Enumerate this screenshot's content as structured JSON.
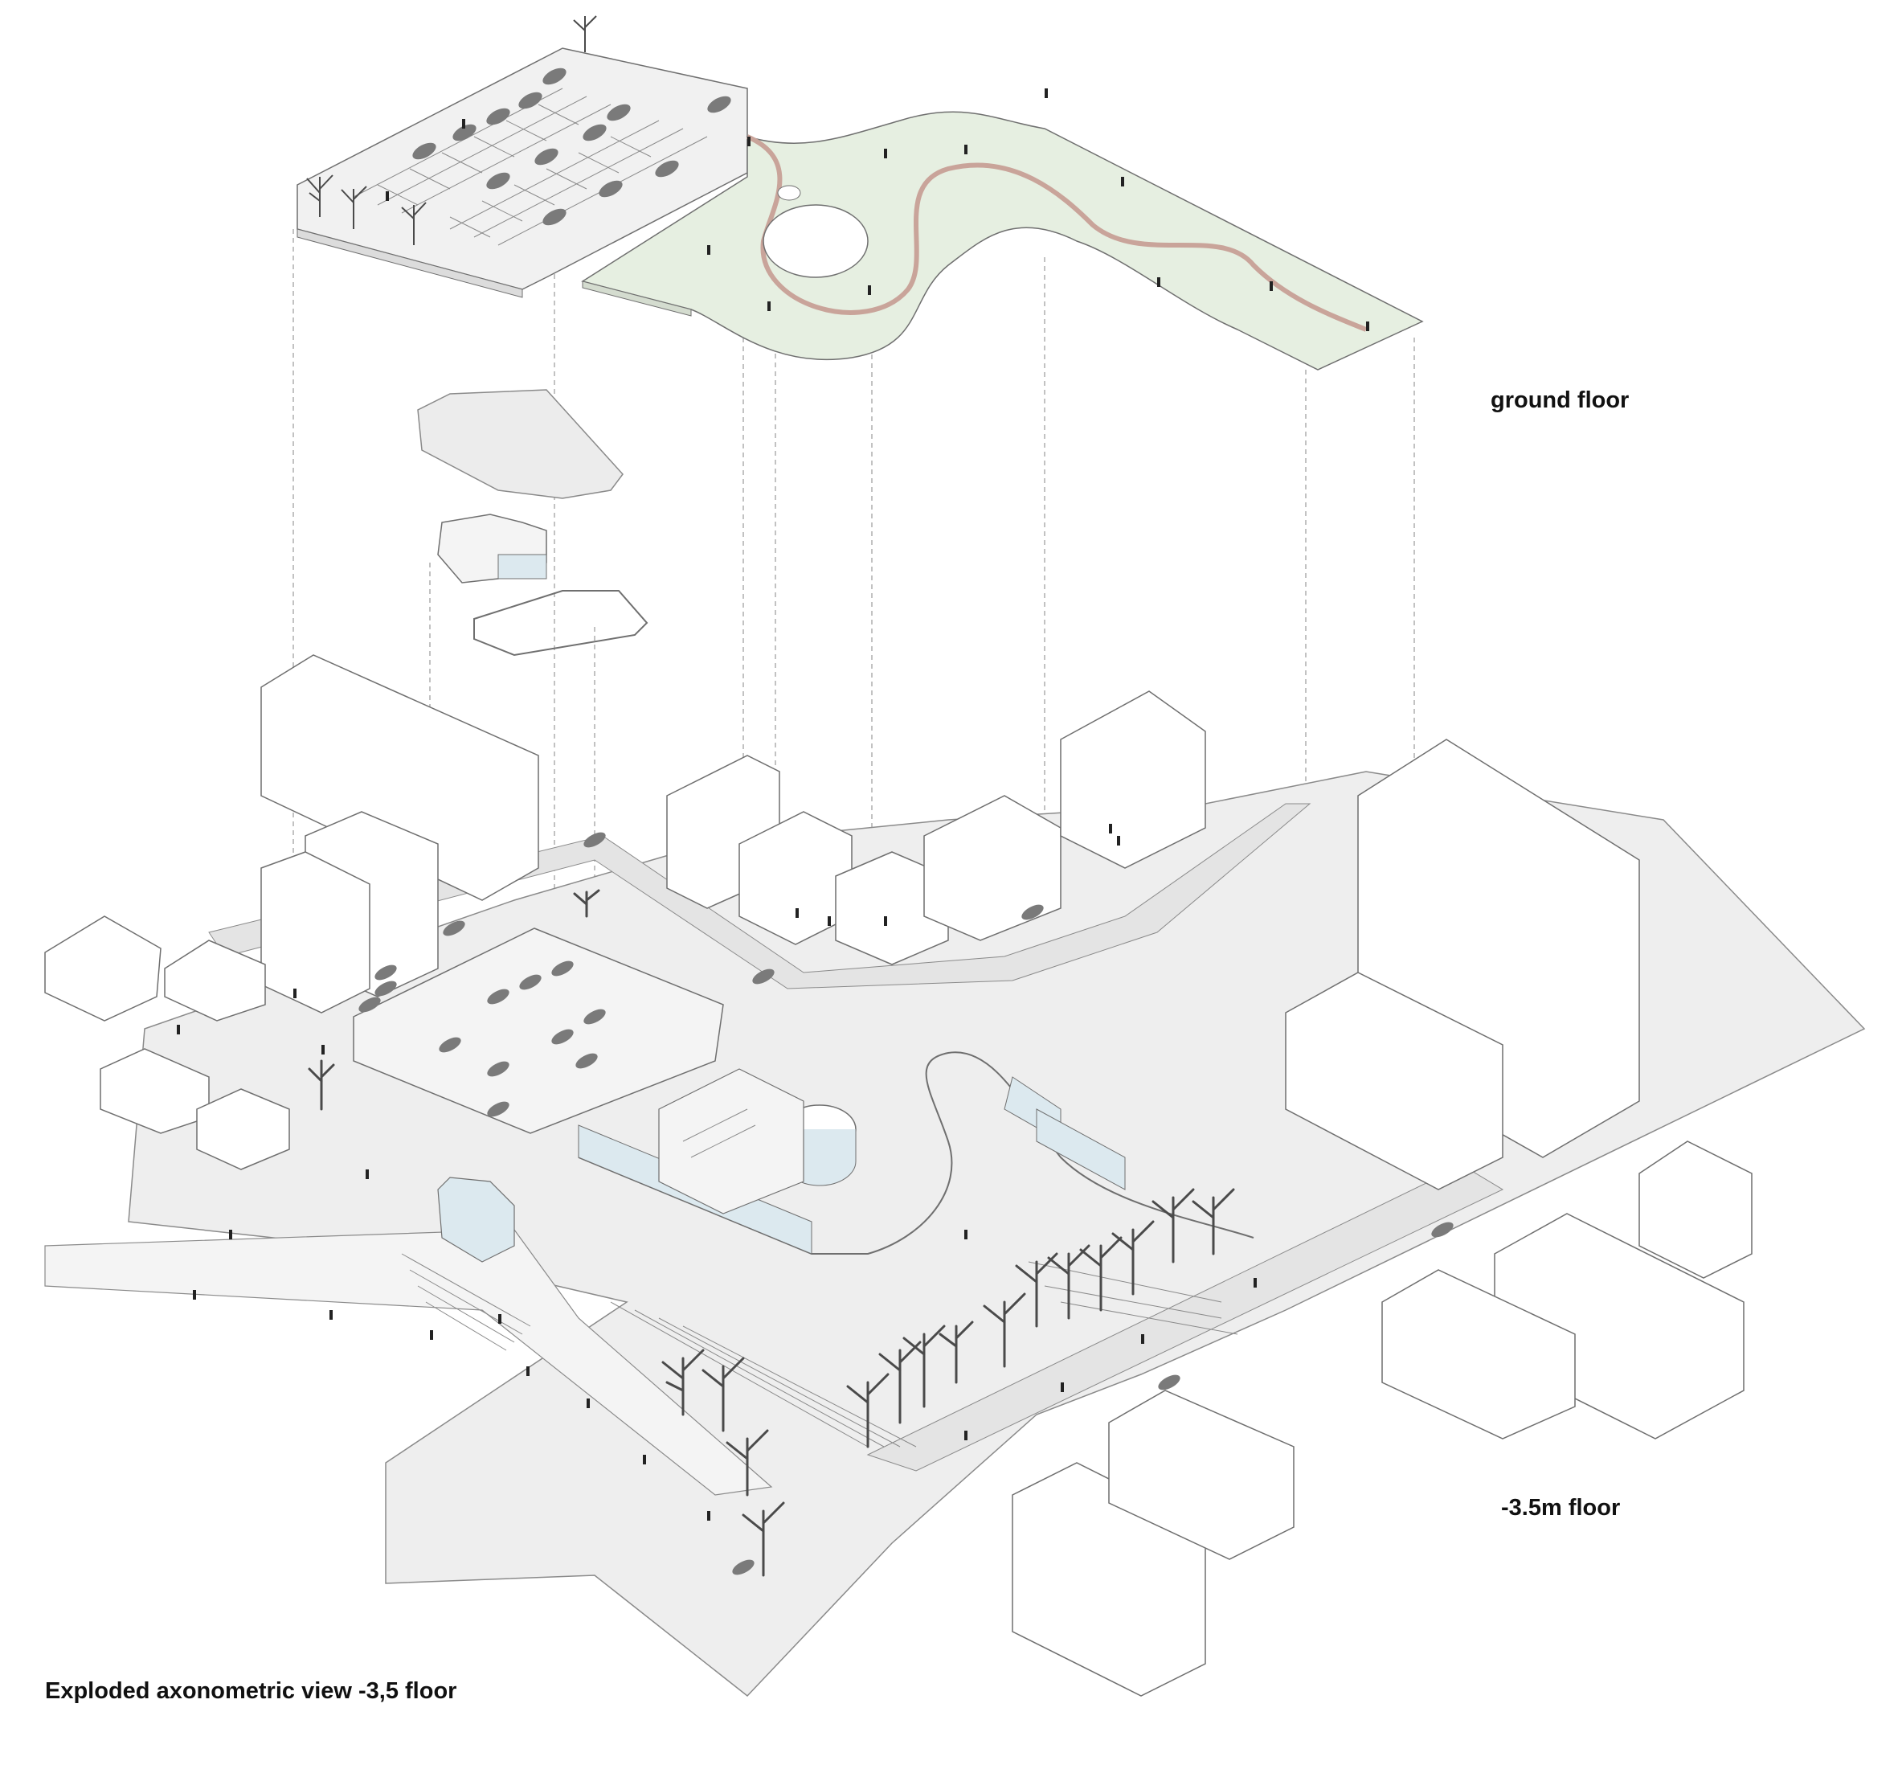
{
  "labels": {
    "ground_floor": "ground floor",
    "minus_floor": "-3.5m floor",
    "title": "Exploded axonometric view -3,5 floor"
  },
  "colors": {
    "park_green": "#e6efe1",
    "paving": "#eeeeee",
    "outline": "#6f6f6f",
    "glass": "#dce9ef",
    "car": "#7a7a7a",
    "tree": "#4a4a4a",
    "guide": "#9a9a9a"
  }
}
